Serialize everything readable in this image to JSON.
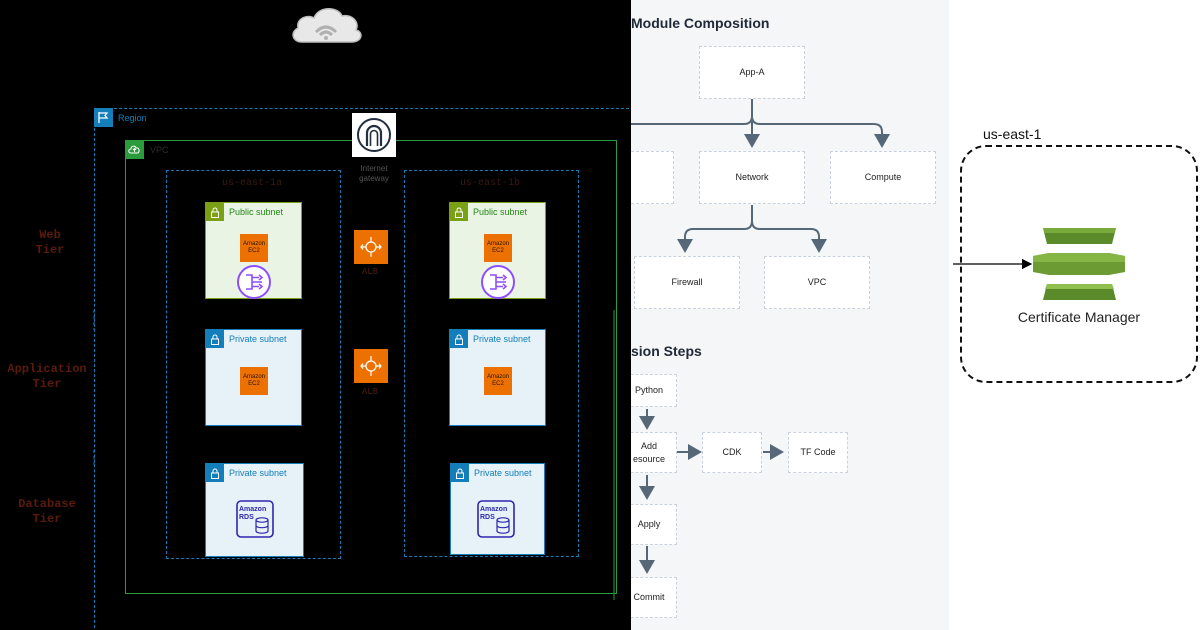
{
  "aws": {
    "tiers": {
      "web": "Web\nTier",
      "application": "Application\nTier",
      "database": "Database\nTier"
    },
    "region_label": "Region",
    "vpc_label": "VPC",
    "az": [
      "us-east-1a",
      "us-east-1b"
    ],
    "internet_gateway": "Internet\ngateway",
    "elb_label": "ALB",
    "subnets": {
      "public": "Public subnet",
      "private": "Private subnet"
    },
    "ec2_label": [
      "Amazon",
      "EC2"
    ],
    "rds_label": [
      "Amazon",
      "RDS"
    ],
    "colors": {
      "region": "#147eba",
      "vpc": "#2b9b3d",
      "ec2": "#ed7100",
      "nat": "#8c4fff"
    },
    "icons": [
      "cloud-icon",
      "region-flag-icon",
      "vpc-cloud-icon",
      "internet-gateway-icon",
      "lock-icon",
      "ec2-icon",
      "nat-gateway-icon",
      "elb-icon",
      "rds-icon"
    ]
  },
  "module_composition": {
    "title": "Module Composition",
    "root": "App-A",
    "children": [
      "",
      "Network",
      "Compute"
    ],
    "grandchildren": [
      "Firewall",
      "VPC"
    ]
  },
  "steps": {
    "title": "sion Steps",
    "items": [
      "Python",
      "Add\nesource",
      "CDK",
      "TF Code",
      "Apply",
      "Commit"
    ]
  },
  "right": {
    "region": "us-east-1",
    "service": "Certificate Manager",
    "colors": {
      "cm_dark": "#5a8a2a",
      "cm_light": "#7aaa3a"
    }
  }
}
